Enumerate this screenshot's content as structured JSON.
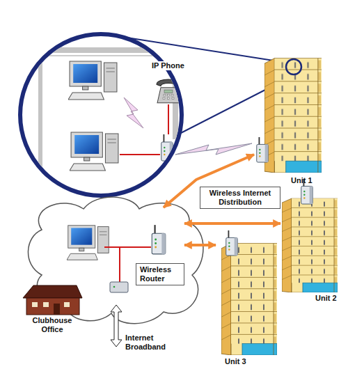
{
  "diagram": {
    "nodes": [
      {
        "text": [
          "Unit 1"
        ]
      },
      {
        "text": [
          "Wireless Internet Distribution"
        ]
      },
      {
        "text": [
          "Unit 2"
        ]
      },
      {
        "text": [
          "Wireless Router"
        ]
      },
      {
        "text": [
          "Unit 3"
        ]
      }
    ],
    "edges": [
      {
        "from": 3,
        "to": 0,
        "arrow": "both"
      },
      {
        "from": 3,
        "to": 2,
        "arrow": "both"
      },
      {
        "from": 3,
        "to": 4,
        "arrow": "both"
      }
    ],
    "labels": [
      "IP Phone",
      "Clubhouse Office",
      "Internet Broadband"
    ]
  }
}
